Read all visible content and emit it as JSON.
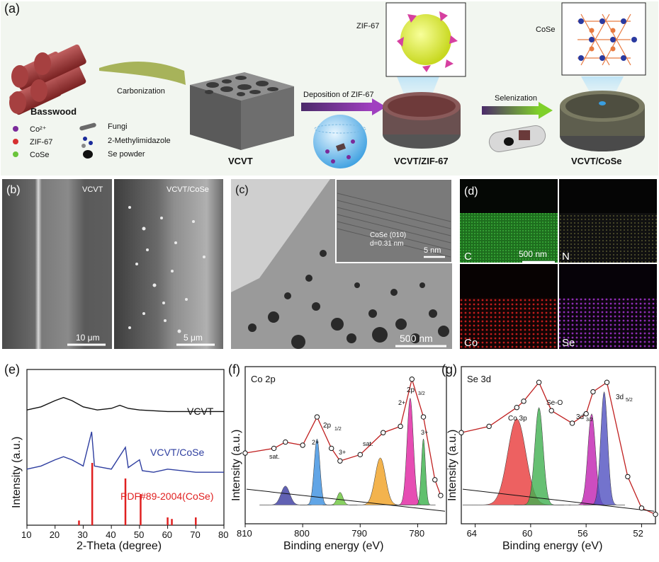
{
  "panel_a": {
    "label": "(a)",
    "basswood": "Basswood",
    "carbonization": "Carbonization",
    "vcvt": "VCVT",
    "deposition": "Deposition of ZIF-67",
    "vcvt_zif": "VCVT/ZIF-67",
    "selenization": "Selenization",
    "vcvt_cose": "VCVT/CoSe",
    "zif_inset": "ZIF-67",
    "cose_inset": "CoSe",
    "legend": {
      "co2": "Co²⁺",
      "zif67": "ZIF-67",
      "cose": "CoSe",
      "fungi": "Fungi",
      "methylimidazole": "2-Methylimidazole",
      "se_powder": "Se powder"
    }
  },
  "panel_b": {
    "label": "(b)",
    "left_title": "VCVT",
    "right_title": "VCVT/CoSe",
    "left_scale": "10 μm",
    "right_scale": "5 μm"
  },
  "panel_c": {
    "label": "(c)",
    "inset_text1": "CoSe (010)",
    "inset_text2": "d=0.31 nm",
    "inset_scale": "5 nm",
    "scale": "500 nm"
  },
  "panel_d": {
    "label": "(d)",
    "c": "C",
    "n": "N",
    "co": "Co",
    "se": "Se",
    "scale": "500 nm"
  },
  "panel_e": {
    "label": "(e)",
    "ylabel": "Intensity (a.u.)",
    "xlabel": "2-Theta (degree)",
    "xticks": [
      "10",
      "20",
      "30",
      "40",
      "50",
      "60",
      "70",
      "80"
    ],
    "series": [
      "VCVT",
      "VCVT/CoSe",
      "PDF#89-2004(CoSe)"
    ]
  },
  "panel_f": {
    "label": "(f)",
    "title": "Co 2p",
    "ylabel": "Intensity (a.u.)",
    "xlabel": "Binding energy (eV)",
    "xticks": [
      "810",
      "800",
      "790",
      "780"
    ],
    "annotations": [
      "sat.",
      "2+",
      "2p",
      "1/2",
      "3+",
      "sat.",
      "2+",
      "2p",
      "3/2",
      "3+"
    ]
  },
  "panel_g": {
    "label": "(g)",
    "title": "Se 3d",
    "ylabel": "Intensity (a.u.)",
    "xlabel": "Binding energy (eV)",
    "xticks": [
      "64",
      "60",
      "56",
      "52"
    ],
    "annotations": [
      "Co 3p",
      "Se-O",
      "3d",
      "3/2",
      "3d",
      "5/2"
    ]
  },
  "chart_data": [
    {
      "type": "line",
      "title": "",
      "xlabel": "2-Theta (degree)",
      "ylabel": "Intensity (a.u.)",
      "xlim": [
        10,
        80
      ],
      "series": [
        {
          "name": "VCVT",
          "x": [
            10,
            15,
            20,
            23,
            26,
            30,
            35,
            40,
            43,
            46,
            50,
            55,
            60,
            70,
            80
          ],
          "y": [
            0.74,
            0.76,
            0.8,
            0.82,
            0.8,
            0.76,
            0.74,
            0.75,
            0.77,
            0.75,
            0.74,
            0.735,
            0.73,
            0.73,
            0.73
          ]
        },
        {
          "name": "VCVT/CoSe",
          "x": [
            10,
            15,
            20,
            23,
            26,
            30,
            33,
            34,
            40,
            45,
            46,
            50,
            51,
            55,
            60,
            70,
            80
          ],
          "y": [
            0.36,
            0.38,
            0.42,
            0.44,
            0.42,
            0.38,
            0.6,
            0.38,
            0.36,
            0.5,
            0.37,
            0.42,
            0.35,
            0.34,
            0.36,
            0.34,
            0.34
          ]
        },
        {
          "name": "PDF#89-2004(CoSe)",
          "x": [
            28.5,
            33.2,
            45.0,
            50.4,
            60.0,
            61.5,
            70.0
          ],
          "y": [
            0.03,
            0.4,
            0.3,
            0.2,
            0.05,
            0.04,
            0.05
          ]
        }
      ]
    },
    {
      "type": "line",
      "title": "Co 2p",
      "xlabel": "Binding energy (eV)",
      "ylabel": "Intensity (a.u.)",
      "xlim": [
        810,
        775
      ],
      "series": [
        {
          "name": "",
          "x": [
            810,
            805,
            803,
            800,
            797.5,
            795,
            793.5,
            790,
            786,
            783,
            781,
            779,
            777,
            776
          ],
          "y": [
            0.45,
            0.48,
            0.52,
            0.5,
            0.68,
            0.48,
            0.4,
            0.44,
            0.58,
            0.62,
            0.92,
            0.68,
            0.28,
            0.18
          ]
        }
      ]
    },
    {
      "type": "line",
      "title": "Se 3d",
      "xlabel": "Binding energy (eV)",
      "ylabel": "Intensity (a.u.)",
      "xlim": [
        65,
        51
      ],
      "series": [
        {
          "name": "",
          "x": [
            65,
            63,
            61,
            60.5,
            59.4,
            58.5,
            57,
            56,
            55.5,
            54.5,
            53,
            52,
            51
          ],
          "y": [
            0.58,
            0.62,
            0.74,
            0.78,
            0.9,
            0.72,
            0.64,
            0.7,
            0.84,
            0.9,
            0.3,
            0.1,
            0.06
          ]
        }
      ]
    }
  ]
}
